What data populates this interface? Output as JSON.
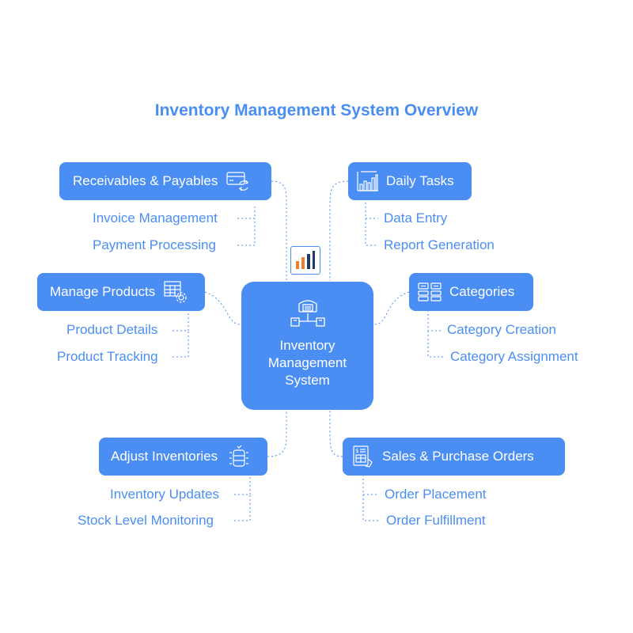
{
  "title": "Inventory Management System Overview",
  "center": {
    "label": "Inventory Management System",
    "icon": "warehouse-icon"
  },
  "branches": {
    "receivables": {
      "label": "Receivables & Payables",
      "icon": "payment-card-icon",
      "items": [
        "Invoice Management",
        "Payment Processing"
      ]
    },
    "daily_tasks": {
      "label": "Daily Tasks",
      "icon": "bar-chart-icon",
      "items": [
        "Data Entry",
        "Report Generation"
      ]
    },
    "manage_products": {
      "label": "Manage Products",
      "icon": "table-settings-icon",
      "items": [
        "Product Details",
        "Product Tracking"
      ]
    },
    "categories": {
      "label": "Categories",
      "icon": "category-grid-icon",
      "items": [
        "Category Creation",
        "Category Assignment"
      ]
    },
    "adjust_inventories": {
      "label": "Adjust Inventories",
      "icon": "database-icon",
      "items": [
        "Inventory Updates",
        "Stock Level Monitoring"
      ]
    },
    "sales_orders": {
      "label": "Sales & Purchase Orders",
      "icon": "receipt-icon",
      "items": [
        "Order Placement",
        "Order Fulfillment"
      ]
    }
  },
  "colors": {
    "accent": "#4b8ef3",
    "chart_orange": "#f07f2c",
    "chart_navy": "#1f3a66"
  }
}
